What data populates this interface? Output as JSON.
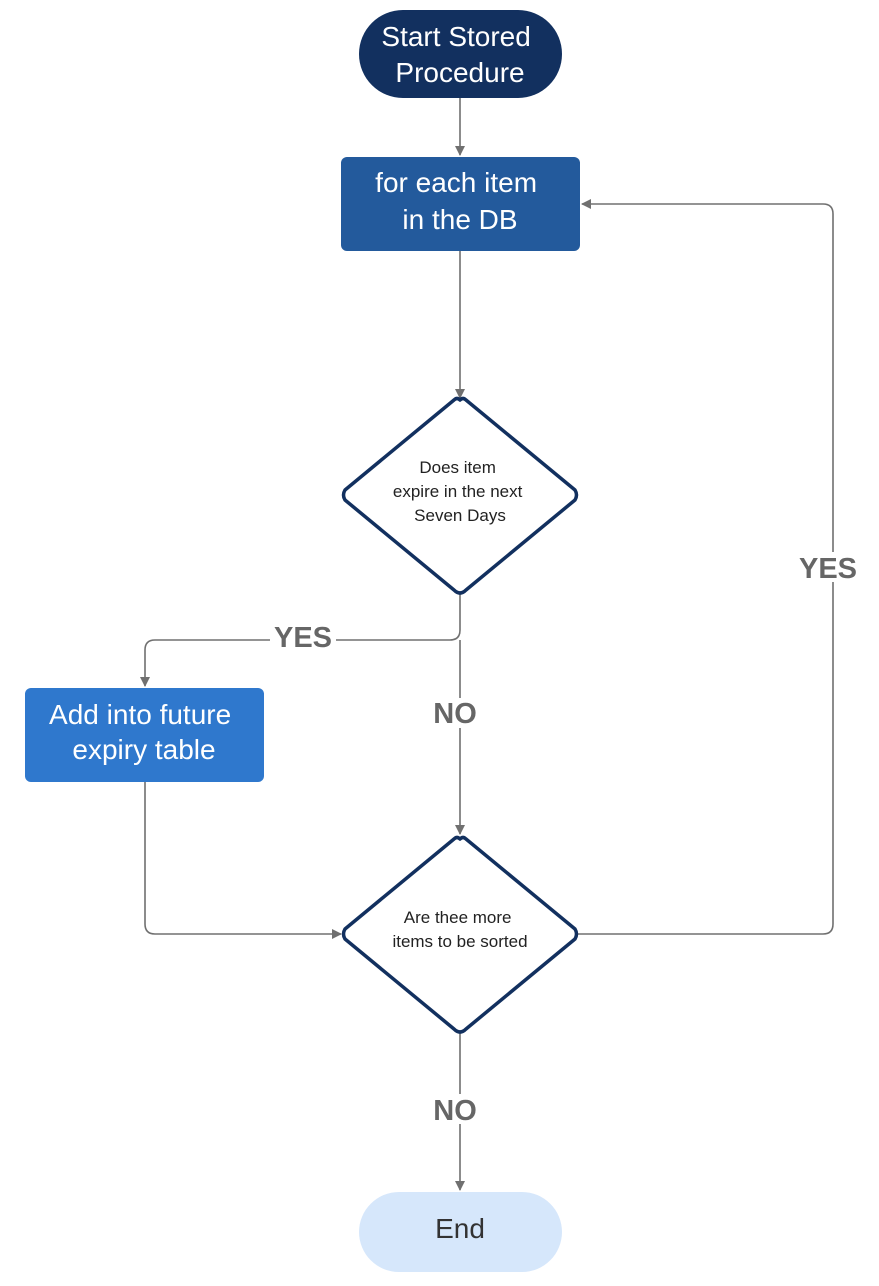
{
  "nodes": {
    "start": {
      "lines": [
        "Start Stored",
        "Procedure"
      ]
    },
    "loop": {
      "lines": [
        "for each item",
        "in the DB"
      ]
    },
    "decision_expire": {
      "lines": [
        "Does item",
        "expire in the next",
        "Seven Days"
      ]
    },
    "add_table": {
      "lines": [
        "Add into future",
        "expiry table"
      ]
    },
    "decision_more": {
      "lines": [
        "Are thee more",
        "items to be sorted"
      ]
    },
    "end": {
      "lines": [
        "End"
      ]
    }
  },
  "edges": {
    "expire_yes": "YES",
    "expire_no": "NO",
    "more_yes": "YES",
    "more_no": "NO"
  },
  "colors": {
    "start_fill": "#12305f",
    "loop_fill": "#235a9c",
    "add_fill": "#2f78cd",
    "decision_stroke": "#12305f",
    "end_fill": "#d6e7fb",
    "end_text": "#333333",
    "line": "#707070",
    "label": "#666666"
  }
}
